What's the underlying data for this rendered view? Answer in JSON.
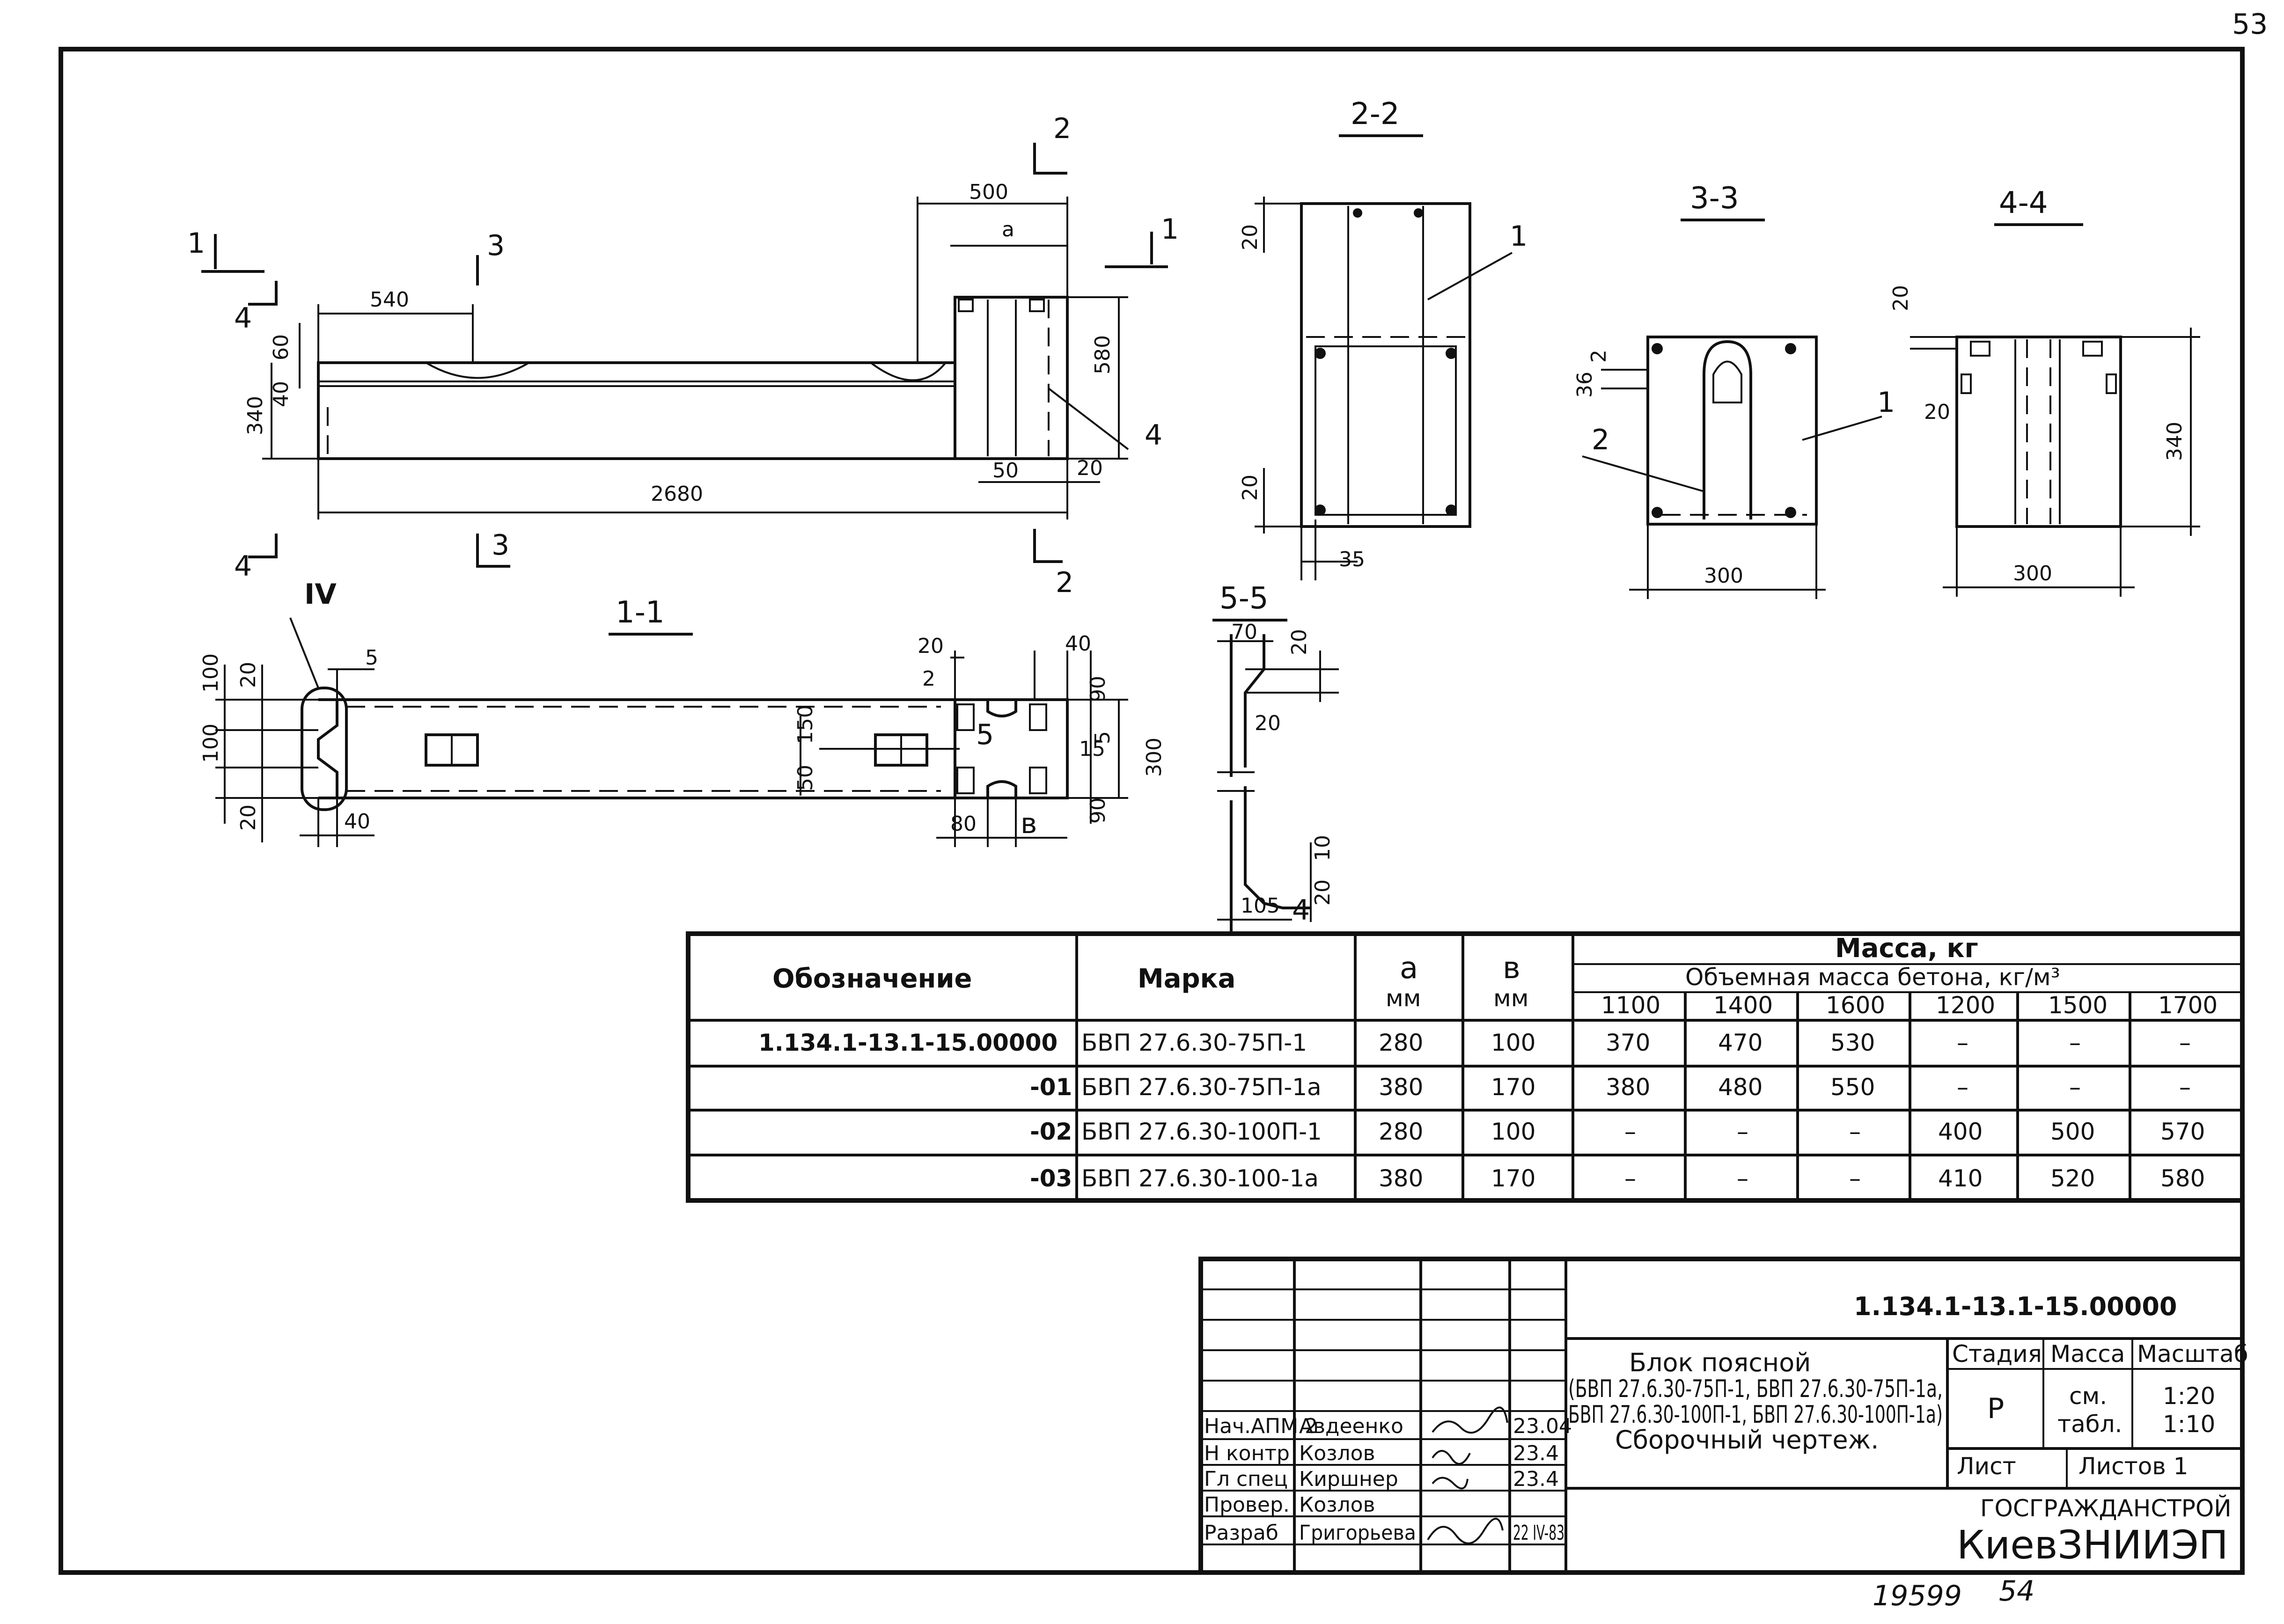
{
  "sheet_number": "53",
  "footer": {
    "inventory": "19599",
    "page": "54"
  },
  "views": {
    "sec22": "2-2",
    "sec33": "3-3",
    "sec44": "4-4",
    "sec11": "1-1",
    "sec55": "5-5",
    "node4": "IV",
    "cut1": "1",
    "cut2": "2",
    "cut3": "3",
    "cut4": "4",
    "dims": {
      "d500": "500",
      "da": "a",
      "d540": "540",
      "d580": "580",
      "d340": "340",
      "d60": "60",
      "d40": "40",
      "d2680": "2680",
      "d50": "50",
      "d20": "20",
      "d35": "35",
      "d300": "300",
      "d36": "36",
      "d2": "2",
      "d100": "100",
      "d5": "5",
      "d90": "90",
      "d150": "150",
      "d80": "80",
      "db": "в",
      "d70": "70",
      "d105": "105",
      "d10": "10",
      "d1": "1",
      "d4": "4",
      "d15": "15"
    }
  },
  "spec_table": {
    "col_designation": "Обозначение",
    "col_mark": "Марка",
    "col_a": "a",
    "col_a_unit": "мм",
    "col_b": "в",
    "col_b_unit": "мм",
    "mass_title": "Масса, кг",
    "mass_subtitle": "Объемная масса бетона, кг/м³",
    "density_cols": [
      "1100",
      "1400",
      "1600",
      "1200",
      "1500",
      "1700"
    ],
    "rows": [
      {
        "designation": "1.134.1-13.1-15.00000",
        "mark": "БВП 27.6.30-75П-1",
        "a": "280",
        "b": "100",
        "m": [
          "370",
          "470",
          "530",
          "–",
          "–",
          "–"
        ]
      },
      {
        "designation": "-01",
        "mark": "БВП 27.6.30-75П-1а",
        "a": "380",
        "b": "170",
        "m": [
          "380",
          "480",
          "550",
          "–",
          "–",
          "–"
        ]
      },
      {
        "designation": "-02",
        "mark": "БВП 27.6.30-100П-1",
        "a": "280",
        "b": "100",
        "m": [
          "–",
          "–",
          "–",
          "400",
          "500",
          "570"
        ]
      },
      {
        "designation": "-03",
        "mark": "БВП 27.6.30-100-1а",
        "a": "380",
        "b": "170",
        "m": [
          "–",
          "–",
          "–",
          "410",
          "520",
          "580"
        ]
      }
    ]
  },
  "title_block": {
    "doc_code": "1.134.1-13.1-15.00000",
    "name_line1": "Блок поясной",
    "name_line2": "(БВП 27.6.30-75П-1, БВП 27.6.30-75П-1а,",
    "name_line3": "БВП 27.6.30-100П-1, БВП 27.6.30-100П-1а)",
    "name_line4": "Сборочный чертеж.",
    "stage_label": "Стадия",
    "mass_label": "Масса",
    "scale_label": "Масштаб",
    "stage": "Р",
    "mass_line1": "см.",
    "mass_line2": "табл.",
    "scale1": "1:20",
    "scale2": "1:10",
    "sheet_label": "Лист",
    "sheets_label": "Листов 1",
    "org1": "ГОСГРАЖДАНСТРОЙ",
    "org2": "КиевЗНИИЭП",
    "staff": [
      {
        "role": "Нач.АПМ 2",
        "name": "Авдеенко",
        "date": "23.04"
      },
      {
        "role": "Н контр",
        "name": "Козлов",
        "date": "23.4"
      },
      {
        "role": "Гл спец",
        "name": "Киршнер",
        "date": "23.4"
      },
      {
        "role": "Провер.",
        "name": "Козлов",
        "date": ""
      },
      {
        "role": "Разраб",
        "name": "Григорьева",
        "date": "22 IV-83"
      }
    ]
  }
}
